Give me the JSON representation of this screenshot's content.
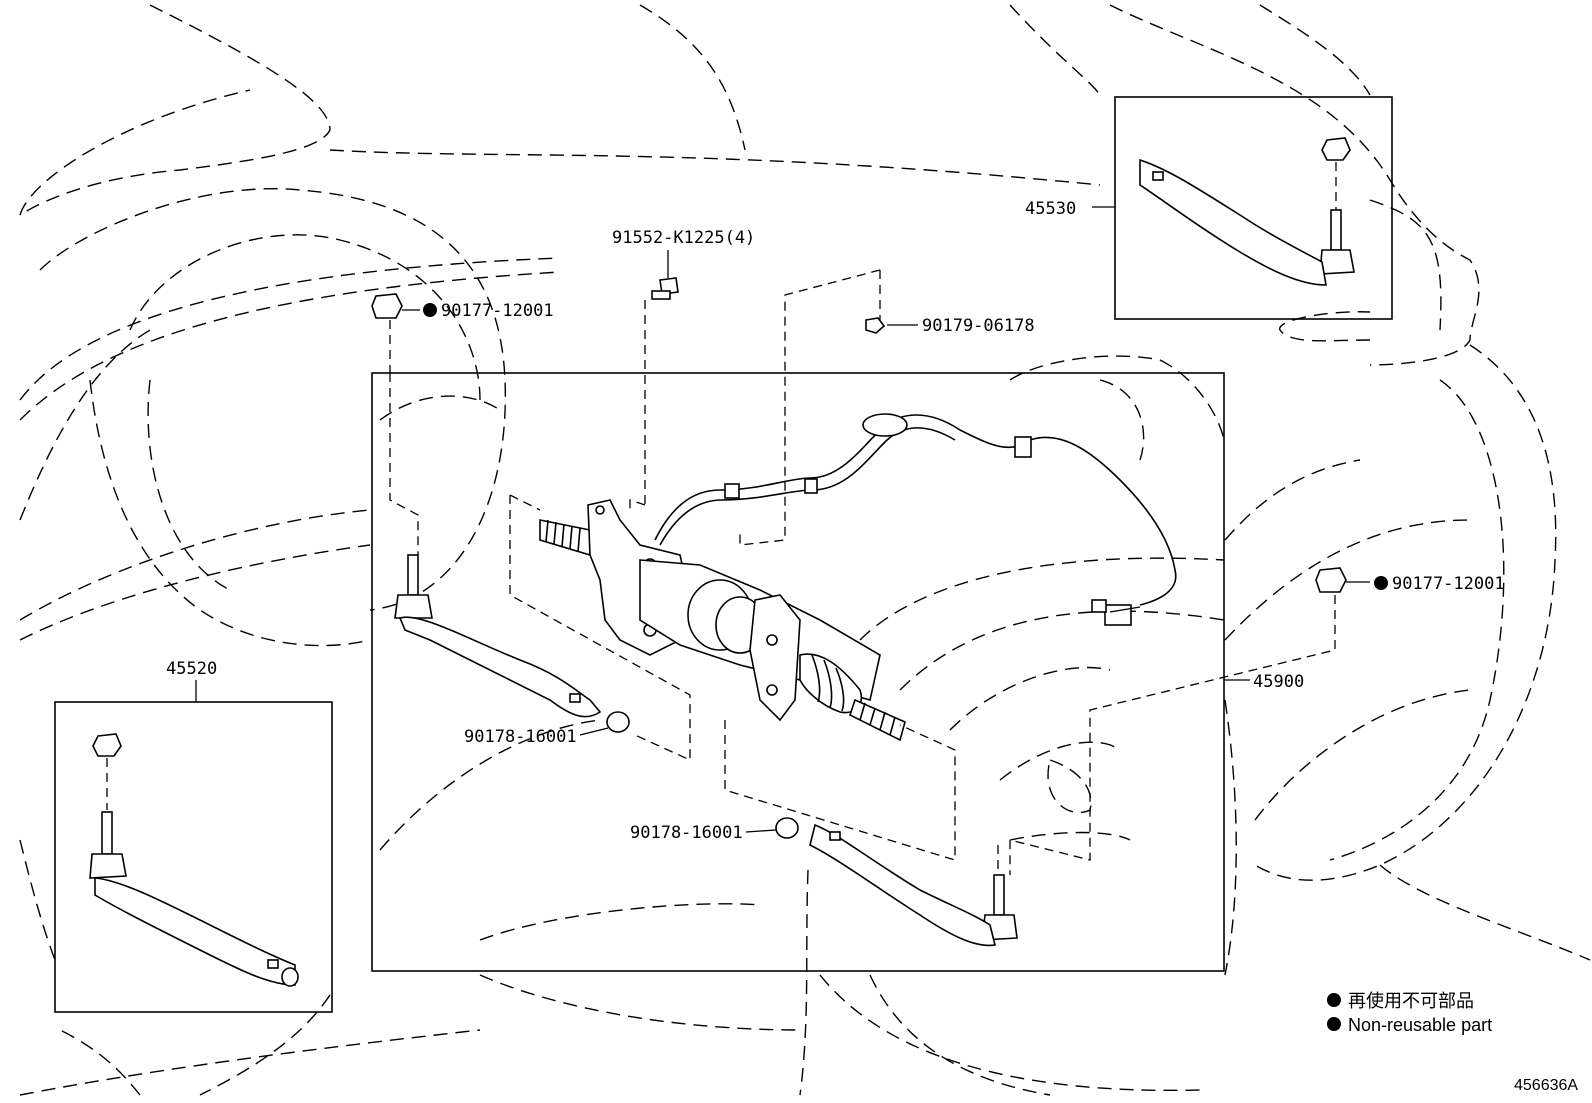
{
  "diagram": {
    "callouts": {
      "c45530": "45530",
      "c45520": "45520",
      "c45900": "45900",
      "c91552": "91552-K1225(4)",
      "c90177_left": "90177-12001",
      "c90177_right": "90177-12001",
      "c90179": "90179-06178",
      "c90178_upper": "90178-16001",
      "c90178_lower": "90178-16001"
    },
    "legend": {
      "japanese": "再使用不可部品",
      "english": "Non-reusable part"
    },
    "illustration_id": "456636A"
  }
}
